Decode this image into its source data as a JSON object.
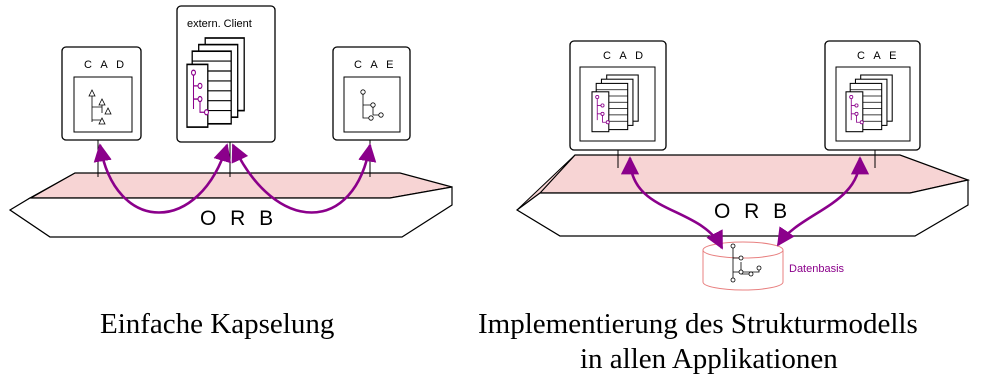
{
  "left": {
    "cad_label": "C A D",
    "client_label": "extern. Client",
    "cae_label": "C A E",
    "orb_label": "O R B",
    "caption": "Einfache Kapselung"
  },
  "right": {
    "cad_label": "C A D",
    "cae_label": "C A E",
    "orb_label": "O R B",
    "db_label": "Datenbasis",
    "caption_line1": "Implementierung des Strukturmodells",
    "caption_line2": "in allen Applikationen"
  },
  "colors": {
    "orb_top": "#f7d4d4",
    "orb_edge": "#c08080",
    "arrow": "#8b008b",
    "db": "#e88080"
  }
}
